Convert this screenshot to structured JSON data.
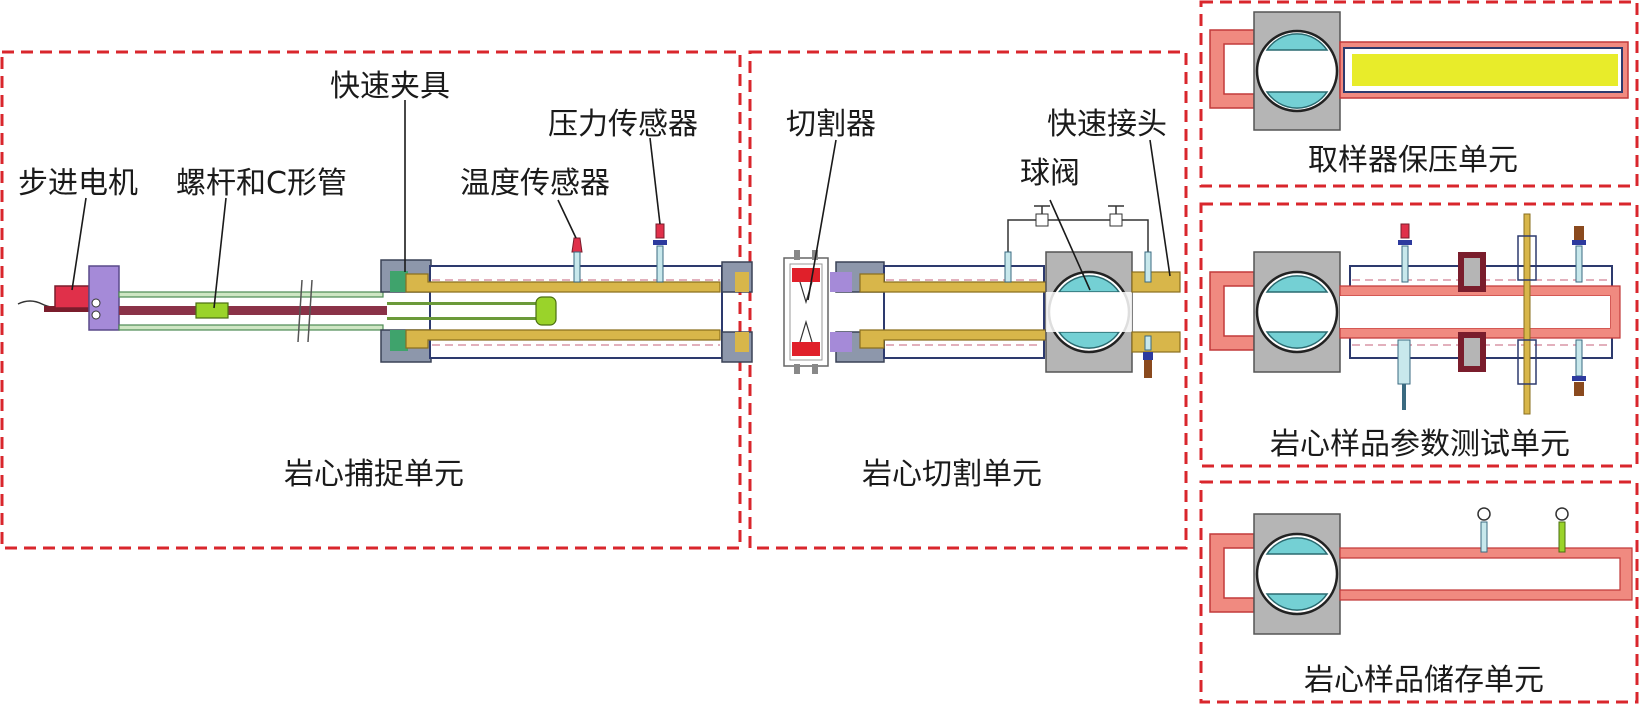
{
  "colors": {
    "dashed_border": "#d9262c",
    "brass": "#d8b64a",
    "pipe_pink": "#f08a80",
    "valve_gray": "#b5b5b5",
    "ball_cyan": "#74d0d4",
    "motor_red": "#e0304a",
    "motor_mount_purple": "#a58ad8",
    "clamp_slate": "#8d97ab",
    "jacket_navy": "#2d3a6e",
    "sample_yellow": "#e8ec2a",
    "screw_green": "#9ad32a"
  },
  "units": {
    "capture": "岩心捕捉单元",
    "cutting": "岩心切割单元",
    "sampler_pressure": "取样器保压单元",
    "parameter_test": "岩心样品参数测试单元",
    "storage": "岩心样品储存单元"
  },
  "components": {
    "stepper_motor": "步进电机",
    "screw_and_c_tube": "螺杆和C形管",
    "quick_clamp": "快速夹具",
    "temperature_sensor": "温度传感器",
    "pressure_sensor": "压力传感器",
    "cutter": "切割器",
    "ball_valve": "球阀",
    "quick_connector": "快速接头"
  }
}
